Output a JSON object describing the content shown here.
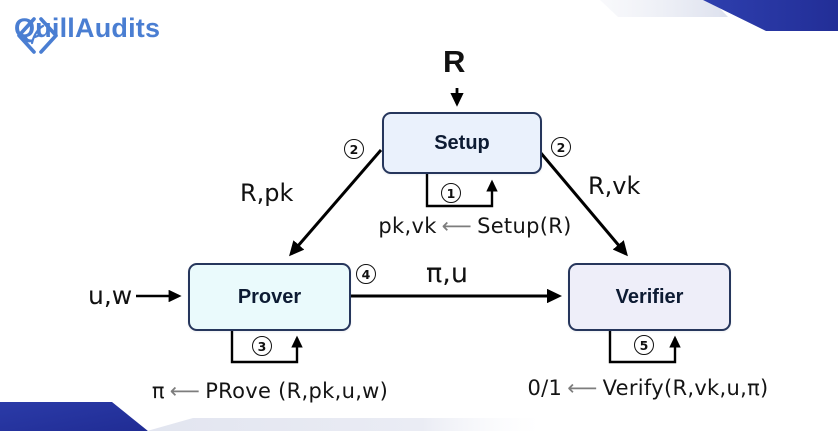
{
  "brand": {
    "name": "QuillAudits"
  },
  "colors": {
    "brand_blue": "#4a7ed2",
    "corner_blue_dark": "#222e97",
    "corner_blue_light": "#2e3fae",
    "corner_gray": "#e4e7f1",
    "node_border": "#26365c",
    "setup_fill": "#eaf1fc",
    "prover_fill": "#eafafc",
    "verifier_fill": "#eeeef9",
    "equation_arrow_gray": "#7d7d7d"
  },
  "diagram": {
    "input_top": "R",
    "input_left": "u,w",
    "nodes": {
      "setup": "Setup",
      "prover": "Prover",
      "verifier": "Verifier"
    },
    "edges": {
      "setup_prover": "R,pk",
      "setup_verifier": "R,vk",
      "prover_verifier": "π,u"
    },
    "steps": {
      "setup_loop": "1",
      "to_prover": "2",
      "to_verifier": "2",
      "prover_loop": "3",
      "transfer": "4",
      "verifier_loop": "5"
    },
    "equations": {
      "setup": {
        "lhs": "pk,vk",
        "arrow": "⟵",
        "rhs": "Setup(R)"
      },
      "prover": {
        "lhs": "π",
        "arrow": "⟵",
        "rhs": "PRove (R,pk,u,w)"
      },
      "verifier": {
        "lhs": "0/1",
        "arrow": "⟵",
        "rhs": "Verify(R,vk,u,π)"
      }
    }
  }
}
